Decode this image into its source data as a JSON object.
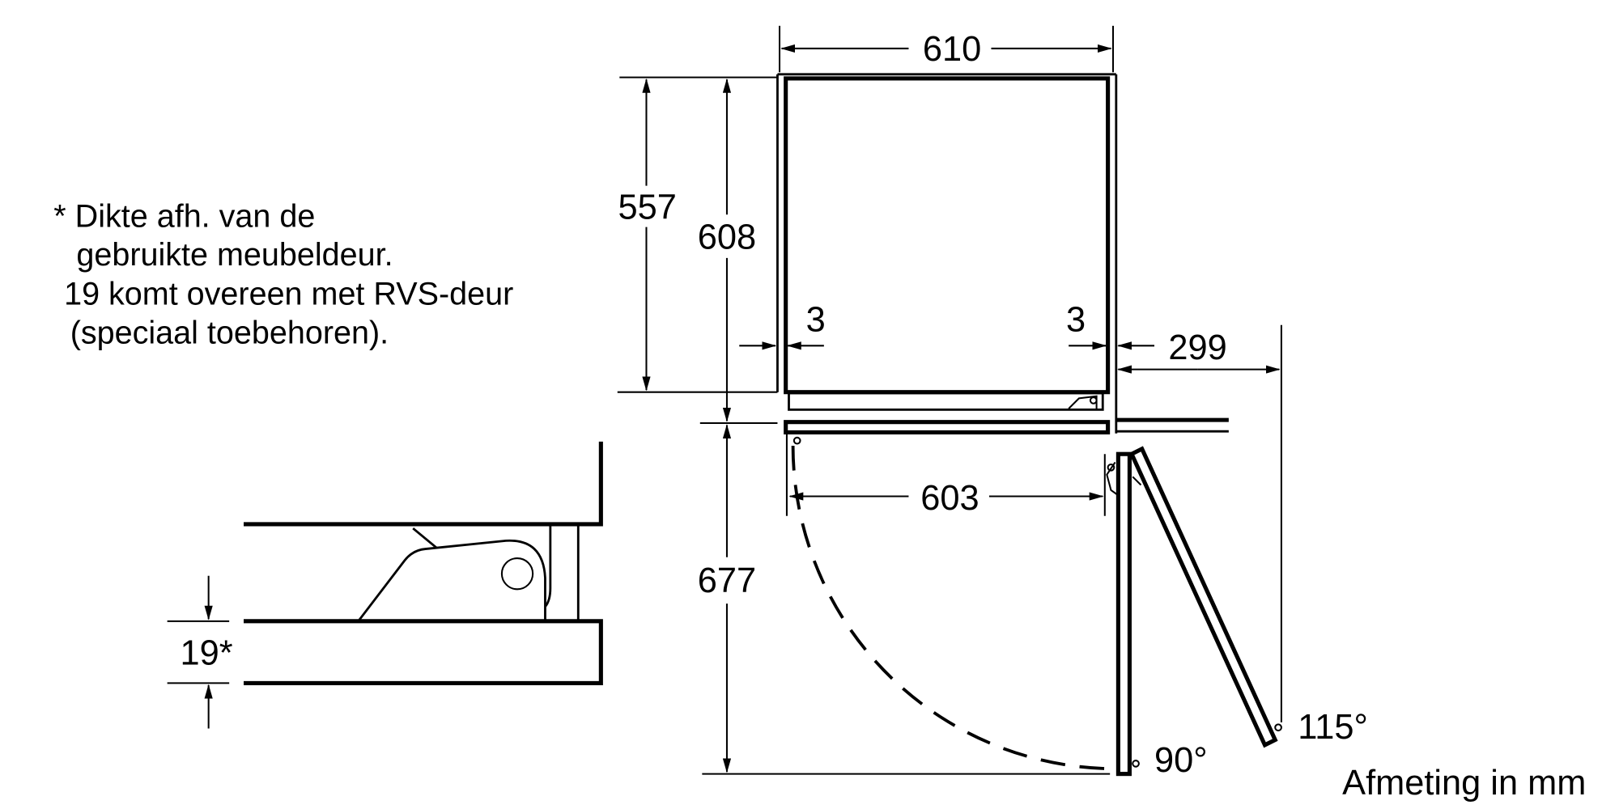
{
  "note": {
    "lines": [
      "* Dikte afh. van de",
      "gebruikte meubeldeur.",
      "19 komt overeen met RVS-deur",
      "(speciaal toebehoren)."
    ]
  },
  "dimensions": {
    "width_outer": "610",
    "height_niche": "557",
    "height_appliance": "608",
    "gap_left": "3",
    "gap_right": "3",
    "clearance_right": "299",
    "width_inner": "603",
    "door_swing_depth": "677",
    "door_thickness": "19*"
  },
  "angles": {
    "open_90": "90°",
    "open_115": "115°"
  },
  "units_label": "Afmeting in mm"
}
